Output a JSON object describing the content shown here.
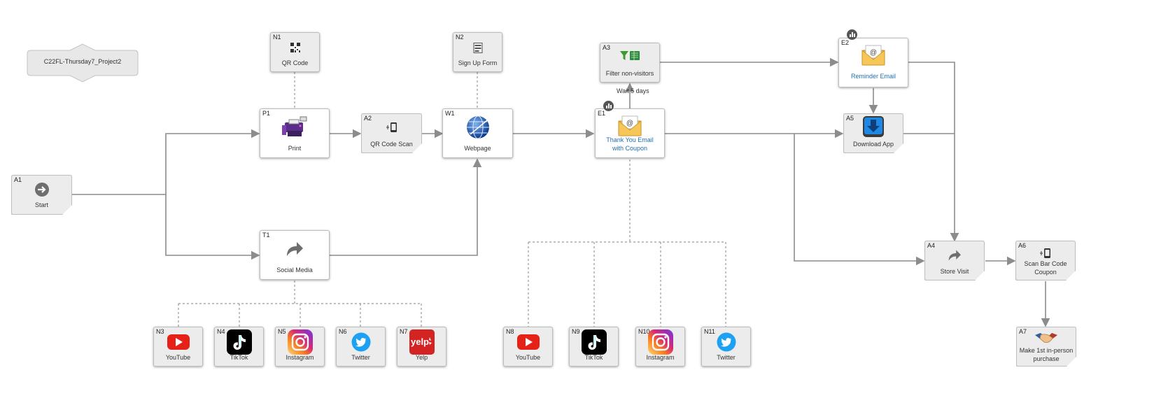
{
  "project_title": "C22FL-Thursday7_Project2",
  "nodes": {
    "a1": {
      "id": "A1",
      "label": "Start",
      "icon": "arrow-right-icon"
    },
    "p1": {
      "id": "P1",
      "label": "Print",
      "icon": "printer-icon"
    },
    "a2": {
      "id": "A2",
      "label": "QR Code Scan",
      "icon": "phone-scan-icon"
    },
    "w1": {
      "id": "W1",
      "label": "Webpage",
      "icon": "globe-icon"
    },
    "n1": {
      "id": "N1",
      "label": "QR Code",
      "icon": "qr-code-icon"
    },
    "n2": {
      "id": "N2",
      "label": "Sign Up Form",
      "icon": "form-icon"
    },
    "t1": {
      "id": "T1",
      "label": "Social Media",
      "icon": "share-arrow-icon"
    },
    "n3": {
      "id": "N3",
      "label": "YouTube",
      "icon": "youtube-icon"
    },
    "n4": {
      "id": "N4",
      "label": "TikTok",
      "icon": "tiktok-icon"
    },
    "n5": {
      "id": "N5",
      "label": "Instagram",
      "icon": "instagram-icon"
    },
    "n6": {
      "id": "N6",
      "label": "Twitter",
      "icon": "twitter-icon"
    },
    "n7": {
      "id": "N7",
      "label": "Yelp",
      "icon": "yelp-icon"
    },
    "e1": {
      "id": "E1",
      "label_line1": "Thank You Email",
      "label_line2": "with Coupon",
      "icon": "email-icon"
    },
    "a3": {
      "id": "A3",
      "label": "Filter non-visitors",
      "icon": "filter-icon"
    },
    "e2": {
      "id": "E2",
      "label": "Reminder Email",
      "icon": "email-icon"
    },
    "a5": {
      "id": "A5",
      "label": "Download App",
      "icon": "download-icon"
    },
    "a4": {
      "id": "A4",
      "label": "Store Visit",
      "icon": "share-arrow-icon"
    },
    "a6": {
      "id": "A6",
      "label_line1": "Scan Bar Code",
      "label_line2": "Coupon",
      "icon": "phone-scan-icon"
    },
    "a7": {
      "id": "A7",
      "label_line1": "Make 1st in-person",
      "label_line2": "purchase",
      "icon": "handshake-icon"
    },
    "n8": {
      "id": "N8",
      "label": "YouTube",
      "icon": "youtube-icon"
    },
    "n9": {
      "id": "N9",
      "label": "TikTok",
      "icon": "tiktok-icon"
    },
    "n10": {
      "id": "N10",
      "label": "Instagram",
      "icon": "instagram-icon"
    },
    "n11": {
      "id": "N11",
      "label": "Twitter",
      "icon": "twitter-icon"
    }
  },
  "edge_labels": {
    "wait": "Wait 5 days"
  },
  "brand_icons": {
    "youtube": "yt",
    "yelp": "yelp"
  },
  "colors": {
    "connector": "#8c8c8c",
    "email_label": "#1f6fb0",
    "youtube": "#e62117",
    "twitter": "#1da1f2",
    "yelp": "#d32323",
    "tiktok": "#000000"
  }
}
